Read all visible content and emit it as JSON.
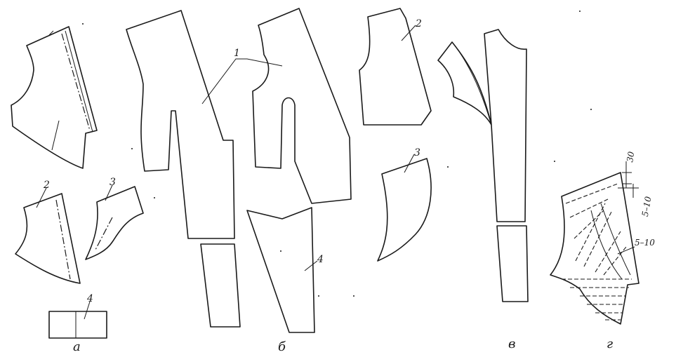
{
  "group_a": {
    "caption": "а",
    "labels": {
      "piece_2": "2",
      "piece_3": "3",
      "piece_4": "4"
    }
  },
  "group_b": {
    "caption": "б",
    "labels": {
      "piece_1": "1",
      "piece_4": "4"
    }
  },
  "group_c": {
    "labels": {
      "piece_2": "2",
      "piece_3": "3"
    }
  },
  "group_v": {
    "caption": "в"
  },
  "group_g": {
    "caption": "г",
    "dimensions": {
      "top": "30",
      "upper": "5–10",
      "lower": "5–10"
    }
  }
}
